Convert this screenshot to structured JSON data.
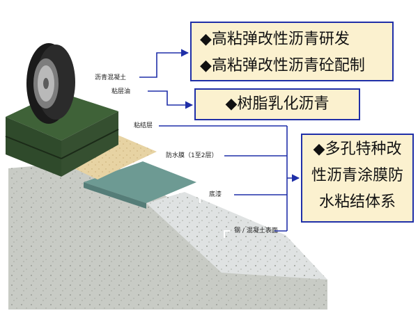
{
  "layer_labels": {
    "asphalt_concrete": "沥青混凝土",
    "tack_coat": "粘层油",
    "bond_layer": "粘结层",
    "waterproof_layer": "防水膜（1至2层）",
    "base_coat": "底漆",
    "deck_surface": "钢 / 混凝土表面"
  },
  "callouts": {
    "box1": {
      "line1": "◆高粘弹改性沥青研发",
      "line2": "◆高粘弹改性沥青砼配制"
    },
    "box2": {
      "line1": "◆树脂乳化沥青"
    },
    "box3": {
      "line1": "◆多孔特种改",
      "line2": "性沥青涂膜防",
      "line3": "水粘结体系"
    }
  },
  "colors": {
    "callout_border": "#1f2fa8",
    "callout_fill": "#fbf1cf",
    "connector": "#1f2fa8",
    "asphalt_layer": "#3a5a34",
    "bond_layer": "#e7d3a3",
    "waterproof_layer": "#6d9a93",
    "base_coat": "#d8dde0",
    "concrete": "#c8cbc5"
  }
}
